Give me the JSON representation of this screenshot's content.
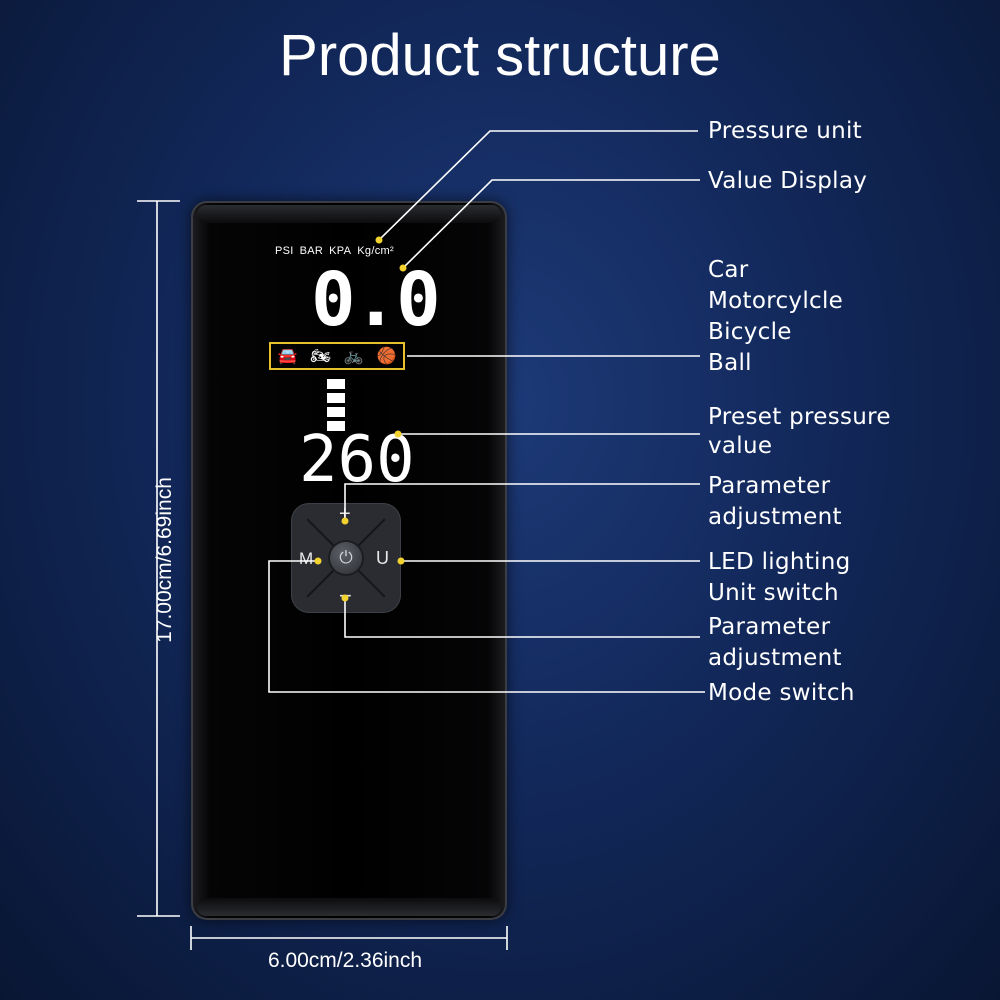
{
  "title": "Product structure",
  "callouts": {
    "pressure_unit": "Pressure unit",
    "value_display": "Value Display",
    "vehicle_modes": [
      "Car",
      "Motorcylcle",
      "Bicycle",
      "Ball"
    ],
    "preset_pressure": [
      "Preset pressure",
      "value"
    ],
    "param_adjust_top": [
      "Parameter",
      "adjustment"
    ],
    "led_unit": [
      "LED lighting",
      "Unit switch"
    ],
    "param_adjust_bottom": [
      "Parameter",
      "adjustment"
    ],
    "mode_switch": "Mode switch"
  },
  "display": {
    "units": [
      "PSI",
      "BAR",
      "KPA",
      "Kg/cm²"
    ],
    "value": "0.0",
    "preset": "260",
    "mode_icons": [
      "car-icon",
      "motorcycle-icon",
      "bicycle-icon",
      "ball-icon"
    ],
    "mode_glyphs": [
      "🚘",
      "🏍",
      "🚲",
      "🏀"
    ]
  },
  "keypad": {
    "plus": "+",
    "minus": "−",
    "mode": "M",
    "unit": "U",
    "power": "⏻"
  },
  "dimensions": {
    "height": "17.00cm/6.69inch",
    "width": "6.00cm/2.36inch"
  },
  "colors": {
    "leader_dot": "#f2d22e",
    "mode_box": "#e6c12a",
    "background": "#12285a"
  }
}
